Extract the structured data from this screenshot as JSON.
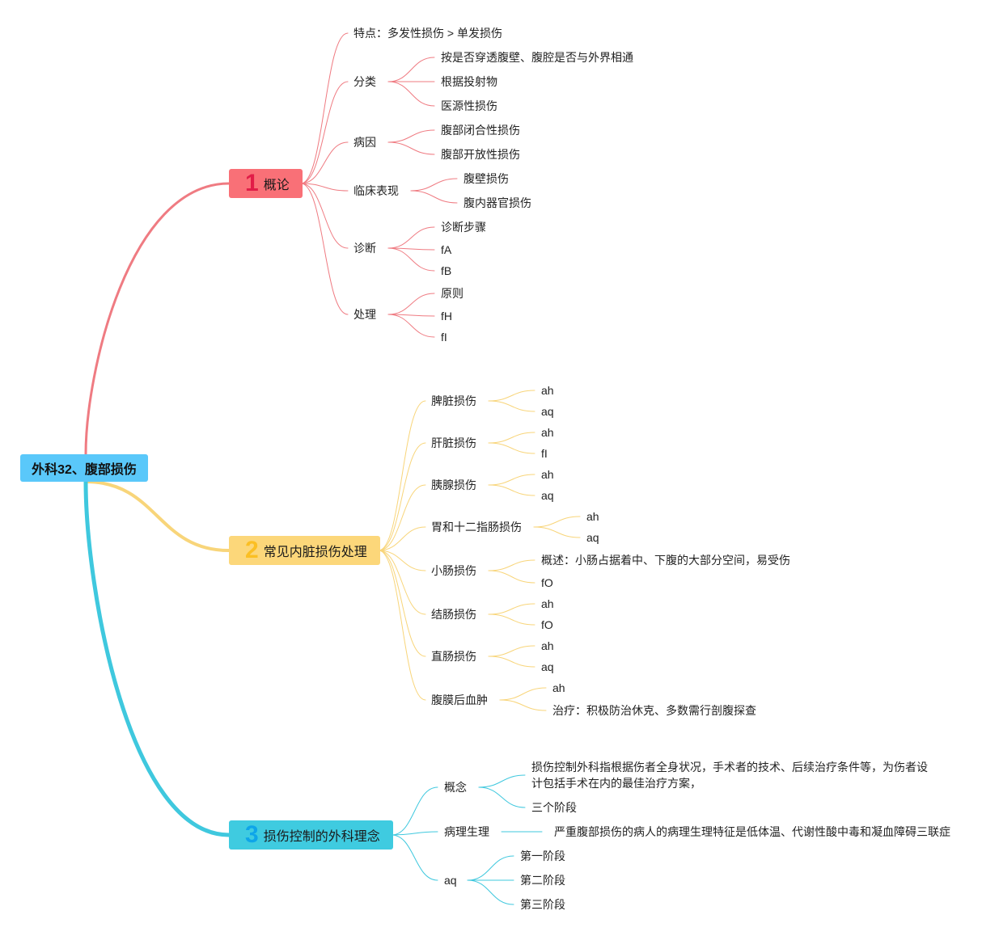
{
  "root": {
    "label": "外科32、腹部损伤",
    "color": "#5ac8fa"
  },
  "branches": [
    {
      "num": "1",
      "label": "概论",
      "box_color": "#f97077",
      "num_color": "#e11d48",
      "line_color": "#ef7b82",
      "children": [
        {
          "label": "特点：多发性损伤 > 单发损伤",
          "children": []
        },
        {
          "label": "分类",
          "children": [
            {
              "label": "按是否穿透腹壁、腹腔是否与外界相通"
            },
            {
              "label": "根据投射物"
            },
            {
              "label": "医源性损伤"
            }
          ]
        },
        {
          "label": "病因",
          "children": [
            {
              "label": "腹部闭合性损伤"
            },
            {
              "label": "腹部开放性损伤"
            }
          ]
        },
        {
          "label": "临床表现",
          "children": [
            {
              "label": "腹壁损伤"
            },
            {
              "label": "腹内器官损伤"
            }
          ]
        },
        {
          "label": "诊断",
          "children": [
            {
              "label": "诊断步骤"
            },
            {
              "label": "fA"
            },
            {
              "label": "fB"
            }
          ]
        },
        {
          "label": "处理",
          "children": [
            {
              "label": "原则"
            },
            {
              "label": "fH"
            },
            {
              "label": "fI"
            }
          ]
        }
      ]
    },
    {
      "num": "2",
      "label": "常见内脏损伤处理",
      "box_color": "#fcd77a",
      "num_color": "#fbbf24",
      "line_color": "#f8d57a",
      "children": [
        {
          "label": "脾脏损伤",
          "children": [
            {
              "label": "ah"
            },
            {
              "label": "aq"
            }
          ]
        },
        {
          "label": "肝脏损伤",
          "children": [
            {
              "label": "ah"
            },
            {
              "label": "fI"
            }
          ]
        },
        {
          "label": "胰腺损伤",
          "children": [
            {
              "label": "ah"
            },
            {
              "label": "aq"
            }
          ]
        },
        {
          "label": "胃和十二指肠损伤",
          "children": [
            {
              "label": "ah"
            },
            {
              "label": "aq"
            }
          ]
        },
        {
          "label": "小肠损伤",
          "children": [
            {
              "label": "概述：小肠占据着中、下腹的大部分空间，易受伤"
            },
            {
              "label": "fO"
            }
          ]
        },
        {
          "label": "结肠损伤",
          "children": [
            {
              "label": "ah"
            },
            {
              "label": "fO"
            }
          ]
        },
        {
          "label": "直肠损伤",
          "children": [
            {
              "label": "ah"
            },
            {
              "label": "aq"
            }
          ]
        },
        {
          "label": "腹膜后血肿",
          "children": [
            {
              "label": "ah"
            },
            {
              "label": "治疗：积极防治休克、多数需行剖腹探查"
            }
          ]
        }
      ]
    },
    {
      "num": "3",
      "label": "损伤控制的外科理念",
      "box_color": "#3fcbe0",
      "num_color": "#0ea5e9",
      "line_color": "#3fc8de",
      "children": [
        {
          "label": "概念",
          "children": [
            {
              "label": "损伤控制外科指根据伤者全身状况，手术者的技术、后续治疗条件等，为伤者设计包括手术在内的最佳治疗方案，"
            },
            {
              "label": "三个阶段"
            }
          ]
        },
        {
          "label": "病理生理",
          "children": [
            {
              "label": "严重腹部损伤的病人的病理生理特征是低体温、代谢性酸中毒和凝血障碍三联症"
            }
          ]
        },
        {
          "label": "aq",
          "children": [
            {
              "label": "第一阶段"
            },
            {
              "label": "第二阶段"
            },
            {
              "label": "第三阶段"
            }
          ]
        }
      ]
    }
  ]
}
